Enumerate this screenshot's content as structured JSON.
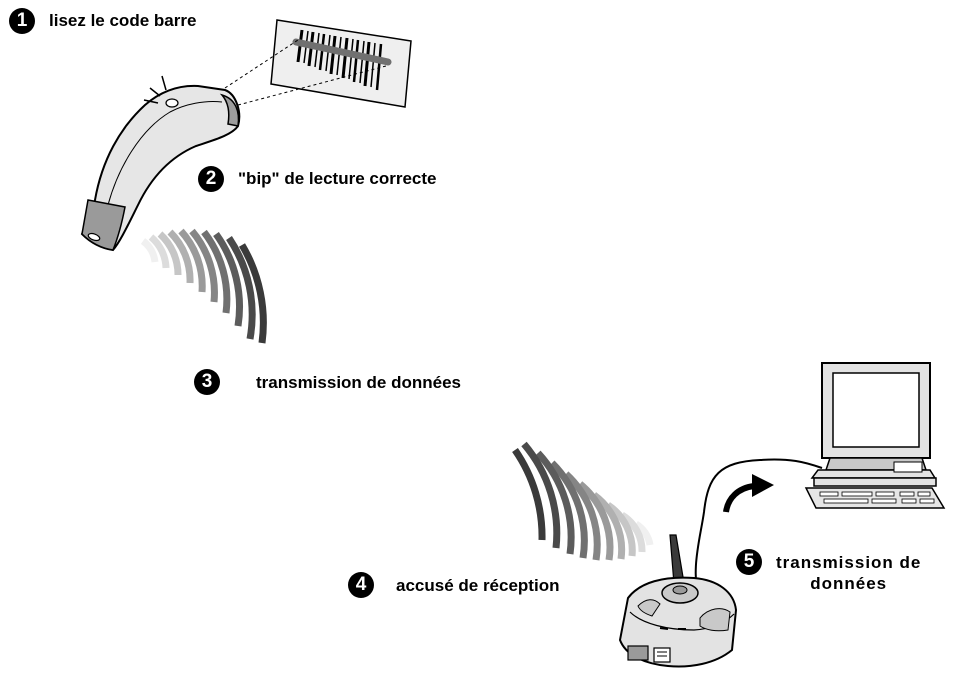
{
  "steps": [
    {
      "number": "1",
      "label": "lisez le code barre"
    },
    {
      "number": "2",
      "label": "\"bip\" de lecture correcte"
    },
    {
      "number": "3",
      "label": "transmission de données"
    },
    {
      "number": "4",
      "label": "accusé de réception"
    },
    {
      "number": "5",
      "label_line1": "transmission de",
      "label_line2": "données"
    }
  ],
  "colors": {
    "ink": "#000000",
    "body_light": "#e3e3e3",
    "body_mid": "#c9c9c9",
    "body_dark": "#9a9a9a"
  }
}
